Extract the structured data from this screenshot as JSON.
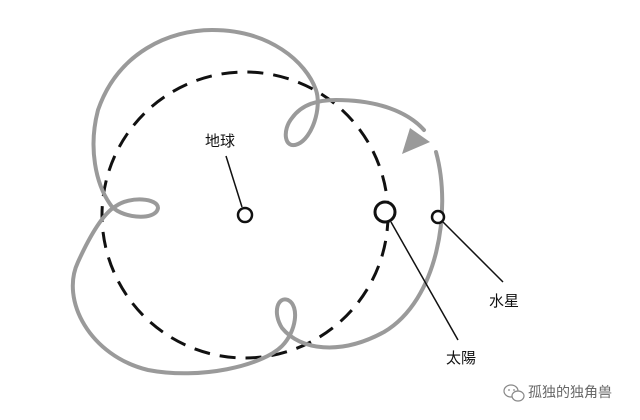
{
  "labels": {
    "earth": "地球",
    "sun": "太陽",
    "mercury": "水星"
  },
  "watermark": {
    "text": "孤独的独角兽",
    "icon": "wechat-icon"
  },
  "colors": {
    "orbit_path": "#9a9a9a",
    "circle": "#111111",
    "background": "#ffffff"
  }
}
